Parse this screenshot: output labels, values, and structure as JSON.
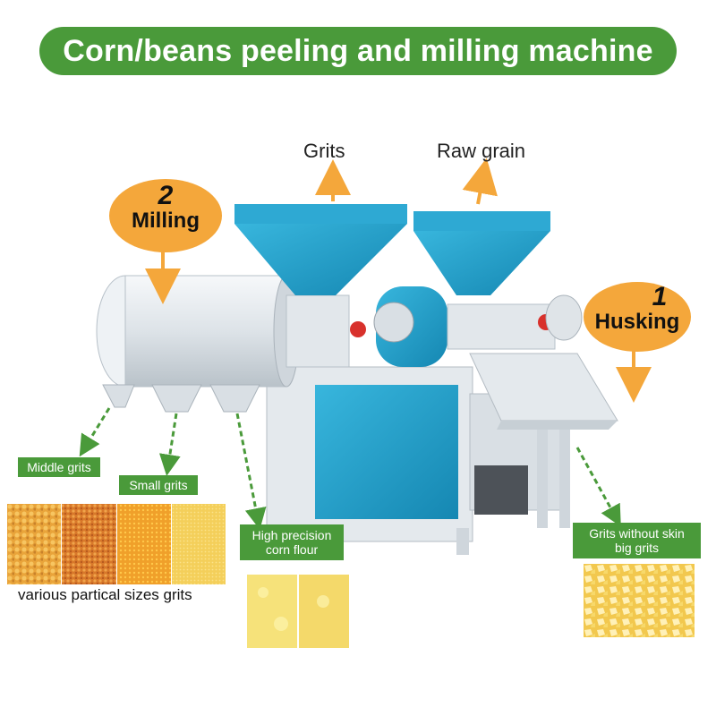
{
  "title": "Corn/beans peeling and milling machine",
  "top_labels": {
    "grits": "Grits",
    "raw_grain": "Raw grain"
  },
  "steps": {
    "milling": {
      "number": "2",
      "label": "Milling"
    },
    "husking": {
      "number": "1",
      "label": "Husking"
    }
  },
  "outputs": {
    "middle_grits": "Middle grits",
    "small_grits": "Small grits",
    "corn_flour_line1": "High precision",
    "corn_flour_line2": "corn flour",
    "big_grits_line1": "Grits without skin",
    "big_grits_line2": "big grits"
  },
  "caption_various": "various partical sizes grits",
  "colors": {
    "green": "#4a9a3a",
    "orange": "#f4a73b",
    "machine_blue": "#1f9fc9",
    "machine_white": "#e9eef2"
  }
}
